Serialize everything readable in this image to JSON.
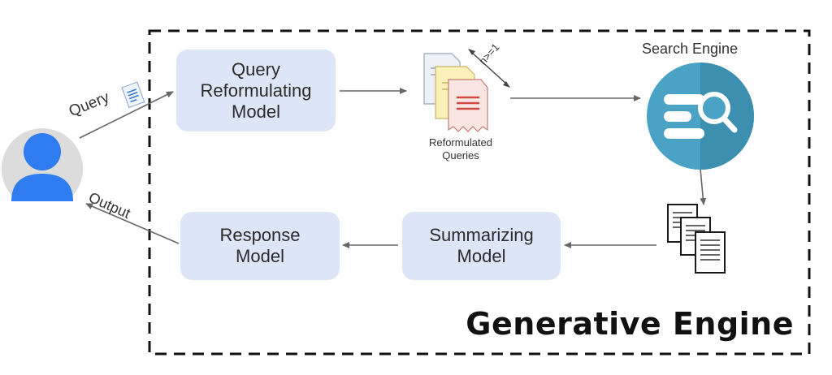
{
  "engine": {
    "title": "Generative Engine"
  },
  "boxes": {
    "query_reformulating": "Query\nReformulating\nModel",
    "summarizing": "Summarizing\nModel",
    "response": "Response\nModel"
  },
  "labels": {
    "query": "Query",
    "output": "Output",
    "reformulated": "Reformulated\nQueries",
    "search_engine": "Search Engine",
    "n_count": "n>=1"
  },
  "colors": {
    "box_fill": "#dde6f7",
    "user_blue": "#2f7cf0",
    "search_teal": "#4aa3c4",
    "search_teal_dark": "#3c8fae"
  }
}
